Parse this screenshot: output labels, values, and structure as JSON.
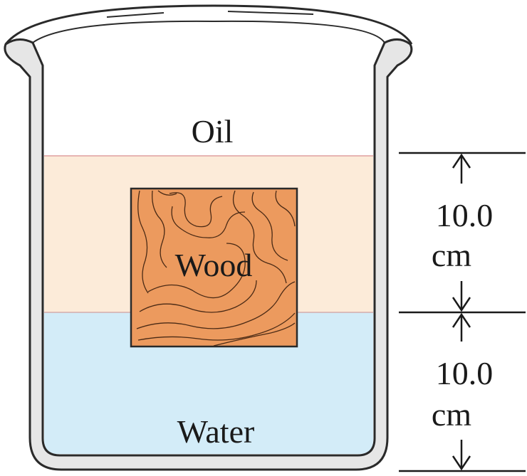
{
  "labels": {
    "oil": "Oil",
    "wood": "Wood",
    "water": "Water"
  },
  "dimensions": [
    {
      "value": "10.0",
      "unit": "cm"
    },
    {
      "value": "10.0",
      "unit": "cm"
    }
  ],
  "colors": {
    "oil": "#fcebd9",
    "water": "#d3ecf8",
    "wood": "#ec9a5e",
    "outline": "#2a2a2a",
    "beaker_wall": "#e6e6e6"
  }
}
